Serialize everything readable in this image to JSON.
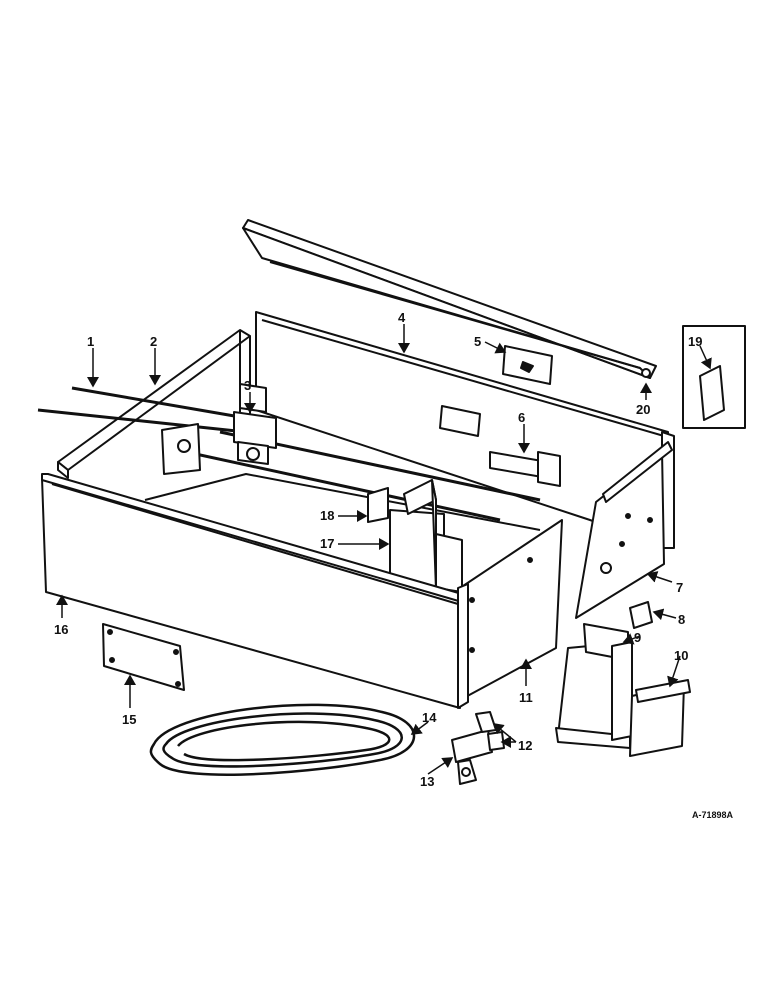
{
  "diagram": {
    "callouts": [
      "1",
      "2",
      "3",
      "4",
      "5",
      "6",
      "7",
      "8",
      "9",
      "10",
      "11",
      "12",
      "13",
      "14",
      "15",
      "16",
      "17",
      "18",
      "19",
      "20"
    ],
    "reference_code": "A-71898A",
    "ink_color": "#111111",
    "paper_color": "#ffffff"
  }
}
